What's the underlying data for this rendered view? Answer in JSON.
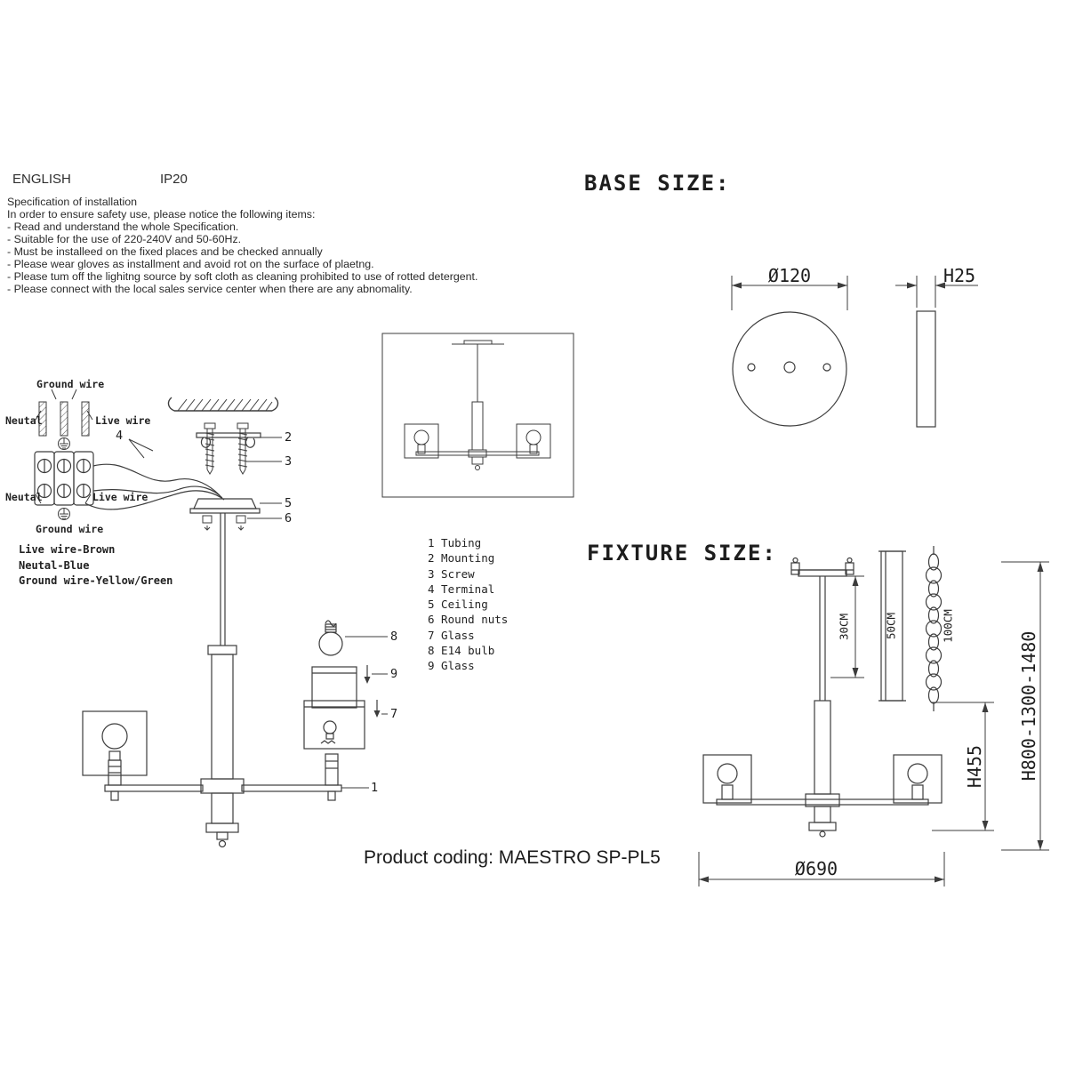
{
  "header": {
    "language": "ENGLISH",
    "ip_rating": "IP20"
  },
  "spec": {
    "title": "Specification of installation",
    "intro": "In order to ensure safety use, please notice the following items:",
    "items": [
      "- Read and understand the whole Specification.",
      "- Suitable for the use of 220-240V and 50-60Hz.",
      "- Must be installeed on the fixed places and be checked annually",
      "- Please wear gloves as installment and avoid rot on the surface of plaetng.",
      "- Please tum off the lighitng source by soft cloth as cleaning prohibited to use of rotted detergent.",
      "- Please connect with the local sales service center when there are any abnomality."
    ]
  },
  "base_size": {
    "title": "BASE SIZE:",
    "diameter_label": "Ø120",
    "height_label": "H25"
  },
  "fixture_size": {
    "title": "FIXTURE SIZE:",
    "rod_30": "30CM",
    "rod_50": "50CM",
    "chain_100": "100CM",
    "h455": "H455",
    "h_range": "H800-1300-1480",
    "diameter": "Ø690"
  },
  "wiring": {
    "ground_wire_top": "Ground wire",
    "neutral_top": "Neutal",
    "live_top": "Live wire",
    "neutral_bottom": "Neutal",
    "live_bottom": "Live wire",
    "ground_wire_bottom": "Ground wire",
    "legend": [
      "Live wire-Brown",
      "Neutal-Blue",
      "Ground wire-Yellow/Green"
    ]
  },
  "parts_list": [
    "1 Tubing",
    "2 Mounting",
    "3 Screw",
    "4 Terminal",
    "5 Ceiling",
    "6 Round nuts",
    "7 Glass",
    "8 E14 bulb",
    "9 Glass"
  ],
  "callouts": {
    "n1": "1",
    "n2": "2",
    "n3": "3",
    "n4": "4",
    "n5": "5",
    "n6": "6",
    "n7": "7",
    "n8": "8",
    "n9": "9"
  },
  "footer": {
    "product_coding": "Product coding: MAESTRO SP-PL5"
  }
}
